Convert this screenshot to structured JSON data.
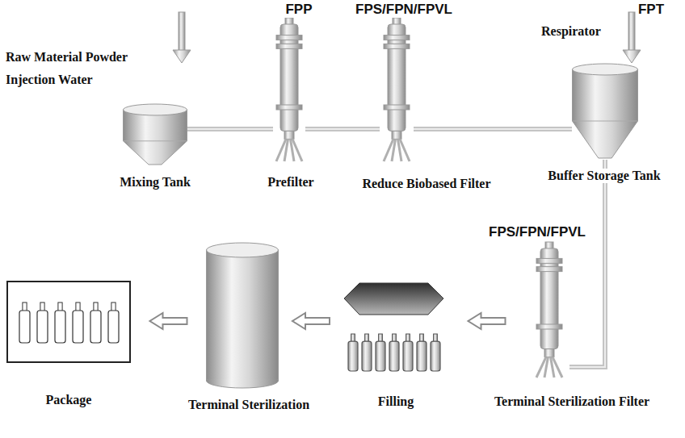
{
  "diagram": {
    "nodes": [
      {
        "text": [
          "Mixing Tank"
        ]
      },
      {
        "text": [
          "FPP",
          "Prefilter"
        ]
      },
      {
        "text": [
          "FPS/FPN/FPVL",
          "Reduce Biobased Filter"
        ]
      },
      {
        "text": [
          "Buffer Storage Tank"
        ]
      },
      {
        "text": [
          "FPS/FPN/FPVL",
          "Terminal Sterilization Filter"
        ]
      },
      {
        "text": [
          "Filling"
        ]
      },
      {
        "text": [
          "Terminal Sterilization"
        ]
      },
      {
        "text": [
          "Package"
        ]
      }
    ],
    "edges": [
      {
        "from": 0,
        "to": 1,
        "arrow": "none"
      },
      {
        "from": 1,
        "to": 2,
        "arrow": "none"
      },
      {
        "from": 2,
        "to": 3,
        "arrow": "none"
      },
      {
        "from": 3,
        "to": 4,
        "arrow": "none"
      },
      {
        "from": 4,
        "to": 5,
        "arrow": "to"
      },
      {
        "from": 5,
        "to": 6,
        "arrow": "to"
      },
      {
        "from": 6,
        "to": 7,
        "arrow": "to"
      }
    ],
    "labels": [
      "Raw Material Powder",
      "Injection Water",
      "FPT",
      "Respirator"
    ]
  }
}
